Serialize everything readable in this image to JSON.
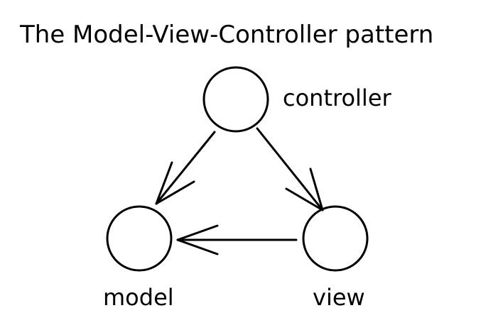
{
  "title": "The Model-View-Controller pattern",
  "nodes": {
    "controller": {
      "label": "controller"
    },
    "model": {
      "label": "model"
    },
    "view": {
      "label": "view"
    }
  },
  "edges": [
    {
      "from": "controller",
      "to": "model"
    },
    {
      "from": "controller",
      "to": "view"
    },
    {
      "from": "view",
      "to": "model"
    }
  ],
  "colors": {
    "stroke": "#000000",
    "background": "#ffffff"
  }
}
